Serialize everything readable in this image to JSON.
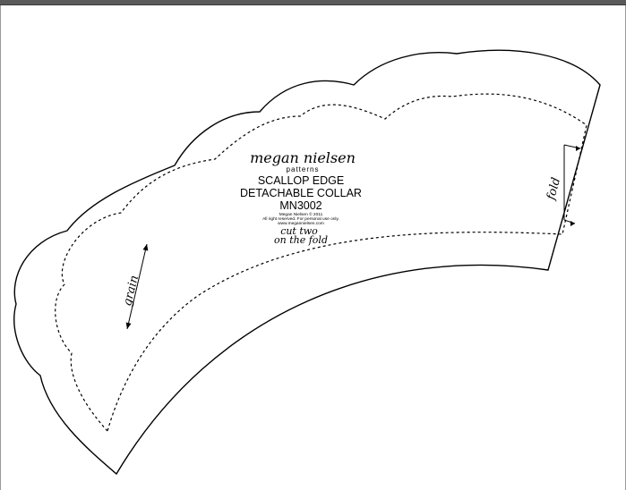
{
  "pattern": {
    "logo": {
      "brand": "megan nielsen",
      "sub": "patterns"
    },
    "title_line1": "SCALLOP EDGE",
    "title_line2": "DETACHABLE COLLAR",
    "code": "MN3002",
    "copyright_line1": "Megan Nielsen © 2011",
    "copyright_line2": "All right reserved. For personal use only.",
    "copyright_line3": "www.megannielsen.com",
    "cut_note_line1": "cut two",
    "cut_note_line2": "on the fold",
    "grain_label": "grain",
    "fold_label": "fold"
  },
  "colors": {
    "line": "#000000",
    "paper": "#ffffff",
    "chrome": "#5a5a5a"
  }
}
